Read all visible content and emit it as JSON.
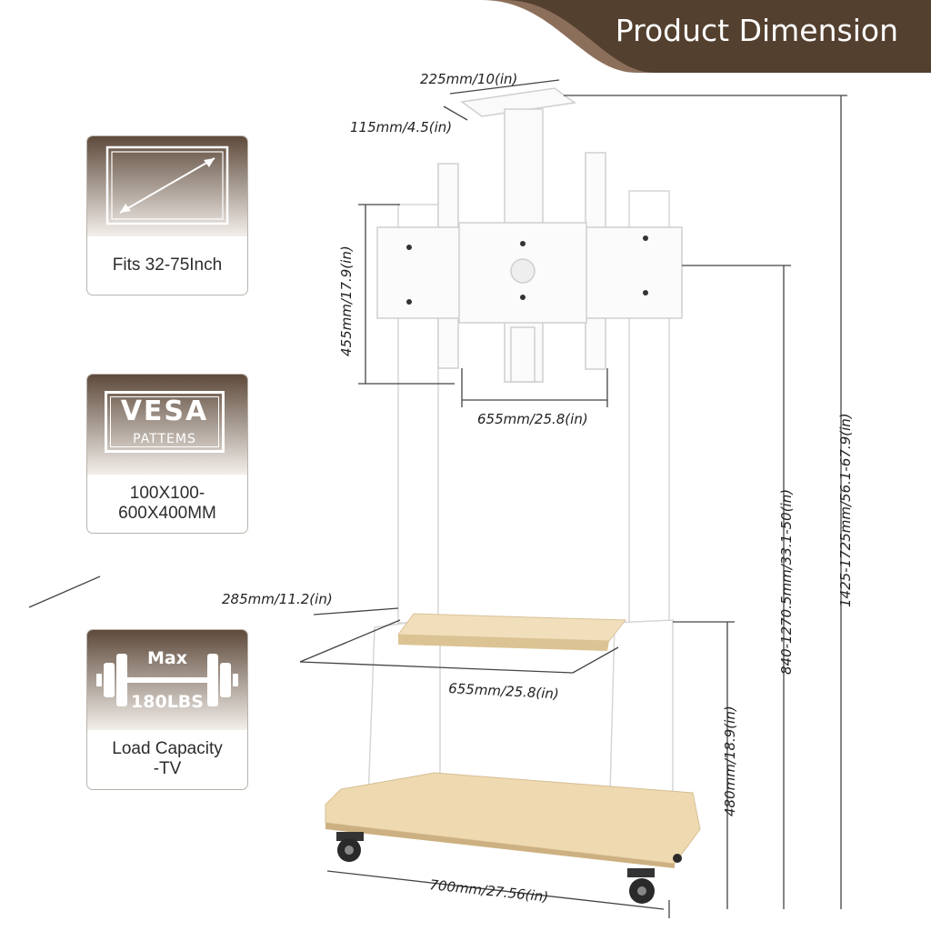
{
  "header": {
    "title": "Product Dimension"
  },
  "features": [
    {
      "icon": "screen-diagonal-icon",
      "label": "Fits 32-75Inch"
    },
    {
      "icon": "vesa-badge-icon",
      "badge_title": "VESA",
      "badge_subtitle": "PATTEMS",
      "label_line1": "100X100-",
      "label_line2": "600X400MM"
    },
    {
      "icon": "dumbbell-icon",
      "top_text": "Max",
      "bottom_text": "180LBS",
      "label_line1": "Load Capacity",
      "label_line2": "-TV"
    }
  ],
  "dimensions": {
    "top_tray_width": "225mm/10(in)",
    "top_tray_depth": "115mm/4.5(in)",
    "bracket_height": "455mm/17.9(in)",
    "bracket_width": "655mm/25.8(in)",
    "mount_height_range": "840-1270.5mm/33.1-50(in)",
    "total_height_range": "1425-1725mm/56.1-67.9(in)",
    "shelf_depth": "285mm/11.2(in)",
    "shelf_width": "655mm/25.8(in)",
    "base_height": "480mm/18.9(in)",
    "base_width": "700mm/27.56(in)"
  },
  "colors": {
    "banner": "#54402f",
    "banner_accent": "#8c6f5b",
    "wood": "#eed9b0",
    "frame": "#ffffff"
  }
}
